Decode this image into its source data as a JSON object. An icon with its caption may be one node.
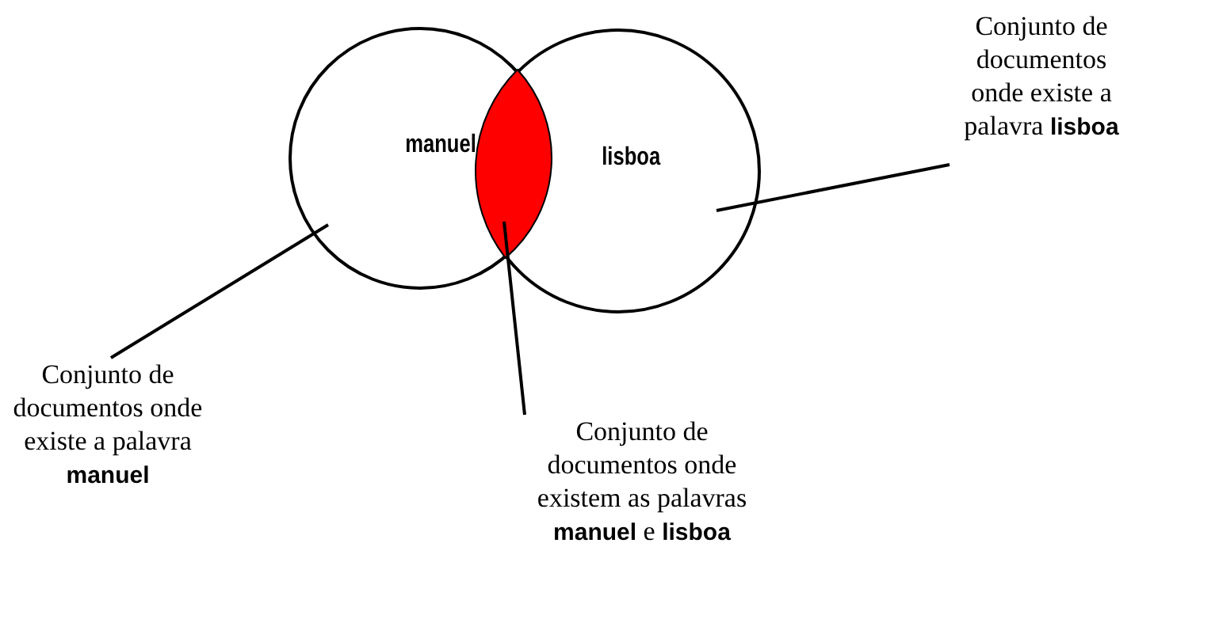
{
  "diagram": {
    "nodes": [
      {
        "text": [
          "manuel"
        ]
      },
      {
        "text": [
          "lisboa"
        ]
      },
      {
        "text": [],
        "shape": "lens"
      },
      {
        "text": [
          "Conjunto de documentos onde existe a palavra **lisboa**"
        ]
      },
      {
        "text": [
          "Conjunto de documentos onde existe a palavra **manuel**"
        ]
      },
      {
        "text": [
          "Conjunto de documentos onde existem as palavras **manuel** e **lisboa**"
        ]
      }
    ],
    "edges": [
      {
        "from": 3,
        "to": 1,
        "arrow": "none"
      },
      {
        "from": 4,
        "to": 0,
        "arrow": "none"
      },
      {
        "from": 5,
        "to": 2,
        "arrow": "none"
      }
    ]
  }
}
